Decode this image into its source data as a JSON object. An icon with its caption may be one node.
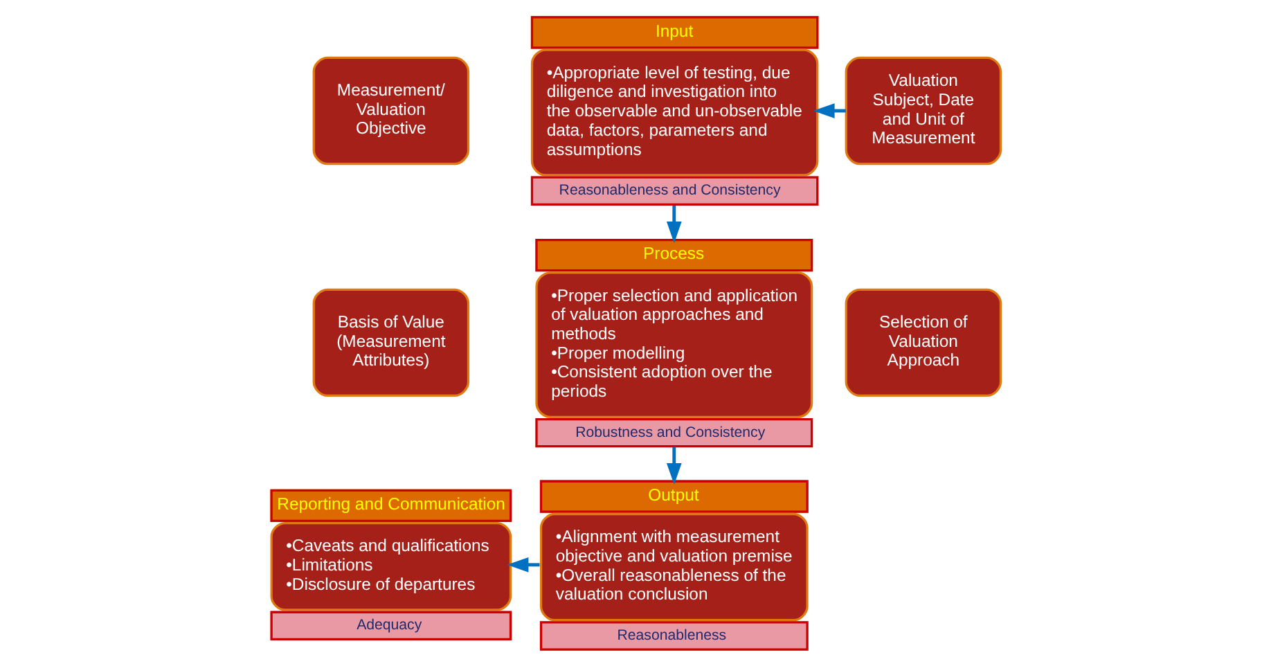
{
  "diagram": {
    "nodes": [
      {
        "text": [
          "Measurement/ Valuation Objective"
        ]
      },
      {
        "text": [
          "Valuation Subject, Date and Unit of Measurement"
        ]
      },
      {
        "text": [
          "Basis of Value (Measurement Attributes)"
        ]
      },
      {
        "text": [
          "Selection of Valuation Approach"
        ]
      },
      {
        "text": [
          "Input",
          "•Appropriate level of testing, due diligence and investigation into the observable and un-observable data, factors, parameters and assumptions",
          "Reasonableness and Consistency"
        ]
      },
      {
        "text": [
          "Process",
          "•Proper selection and application of valuation approaches and methods",
          "•Proper modelling",
          "•Consistent adoption over the periods",
          "Robustness and Consistency"
        ]
      },
      {
        "text": [
          "Output",
          "•Alignment with measurement objective and valuation premise",
          "•Overall reasonableness of the valuation conclusion",
          "Reasonableness"
        ]
      },
      {
        "text": [
          "Reporting and Communication",
          "•Caveats and qualifications",
          "•Limitations",
          "•Disclosure of departures",
          "Adequacy"
        ]
      }
    ],
    "edges": [
      {
        "from": 1,
        "to": 4,
        "arrow": "to"
      },
      {
        "from": 4,
        "to": 5,
        "arrow": "to"
      },
      {
        "from": 5,
        "to": 6,
        "arrow": "to"
      },
      {
        "from": 6,
        "to": 7,
        "arrow": "to"
      }
    ]
  }
}
